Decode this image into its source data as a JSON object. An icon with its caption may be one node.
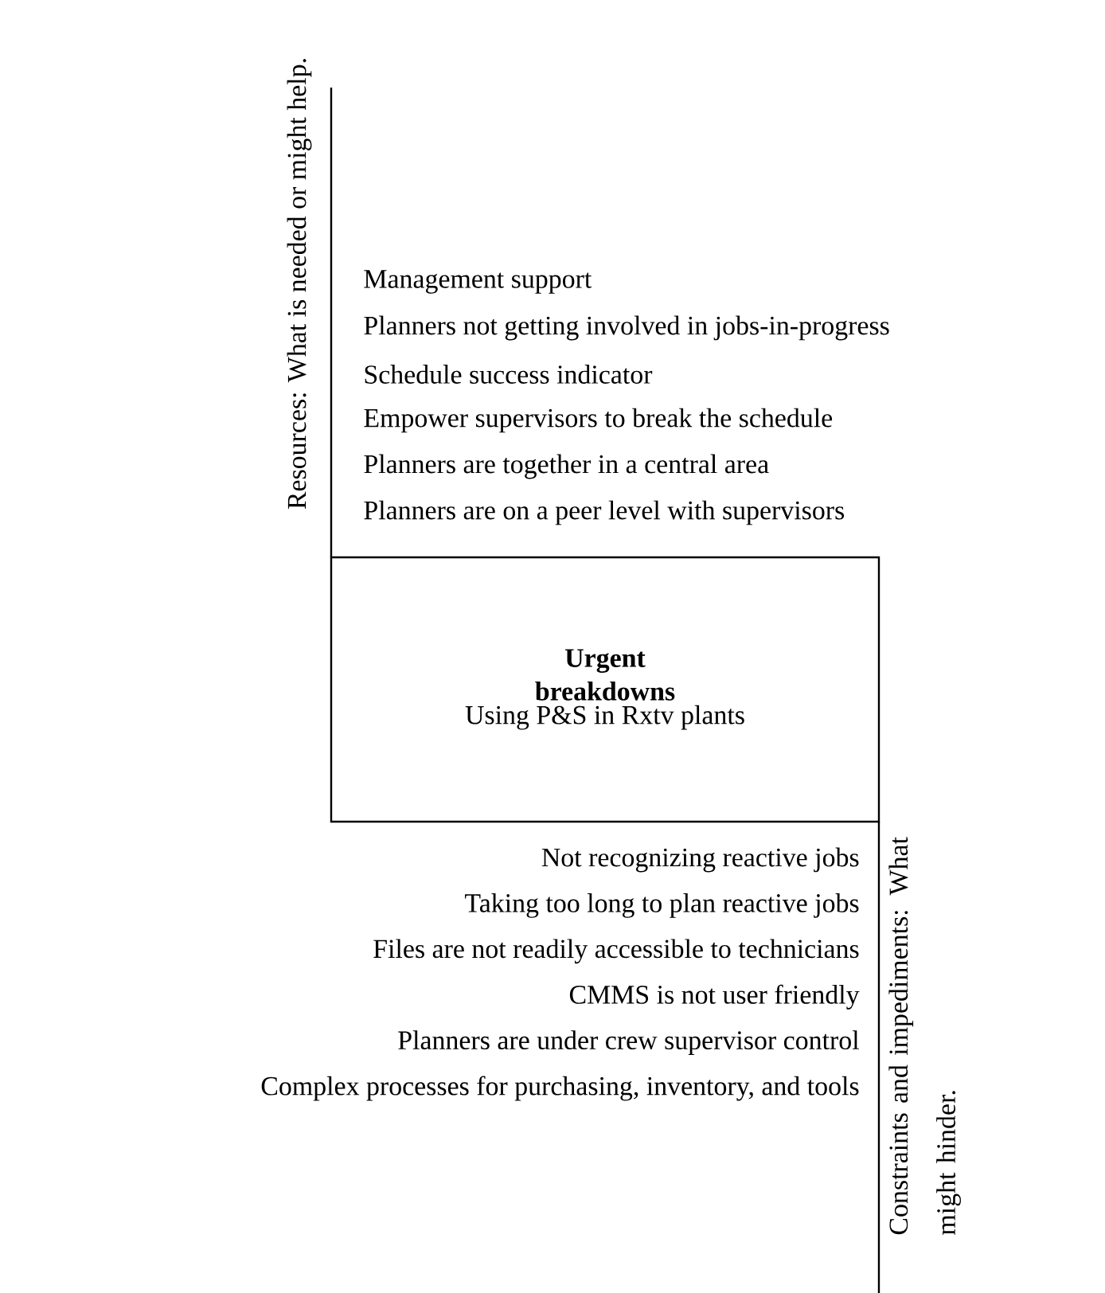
{
  "diagram": {
    "nodes": [
      {
        "text": [
          "Urgent breakdowns",
          "Using P&S in Rxtv plants"
        ]
      }
    ],
    "labels": [
      "Resources: What is needed or might help.",
      "Management support",
      "Planners not getting involved in jobs-in-progress",
      "Schedule success indicator",
      "Empower supervisors to break the schedule",
      "Planners are together in a central area",
      "Planners are on a peer level with supervisors",
      "Not recognizing reactive jobs",
      "Taking too long to plan reactive jobs",
      "Files are not readily accessible to technicians",
      "CMMS is not user friendly",
      "Planners are under crew supervisor control",
      "Complex processes for purchasing, inventory, and tools",
      "Constraints and impediments: What might hinder."
    ]
  }
}
